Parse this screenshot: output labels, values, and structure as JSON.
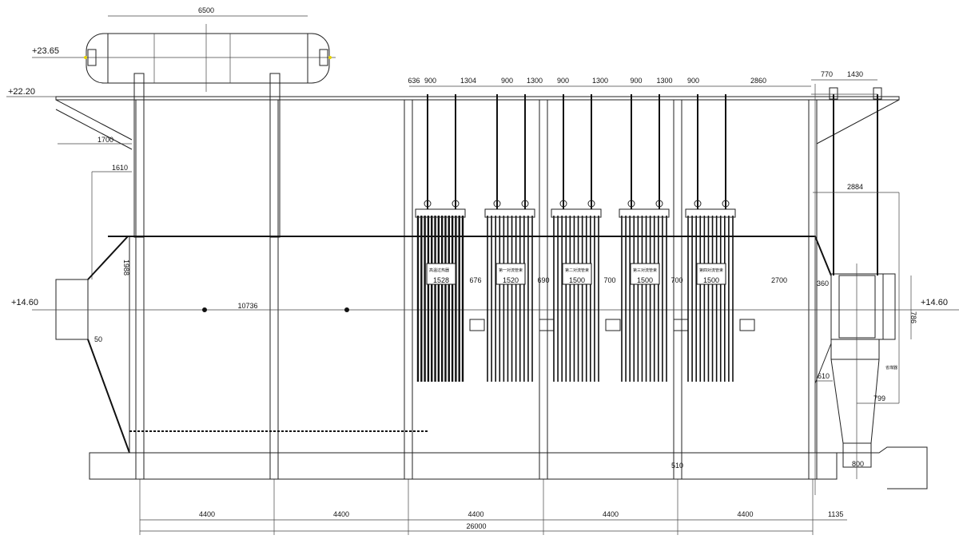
{
  "elevations": {
    "drum": "+23.65",
    "top_beam": "+22.20",
    "center_left": "+14.60",
    "center_right": "+14.60"
  },
  "dimensions": {
    "drum_length": "6500",
    "top_spacing": [
      "636",
      "900",
      "1304",
      "900",
      "1300",
      "900",
      "1300",
      "900",
      "1300",
      "900",
      "2860"
    ],
    "top_right": [
      "770",
      "1430"
    ],
    "bay_spacing": [
      "4400",
      "4400",
      "4400",
      "4400",
      "4400"
    ],
    "end_offset": "1135",
    "total_length": "26000",
    "furnace_length": "10736",
    "bracket_left": "1700",
    "front_offset": "1610",
    "front_height": "1988",
    "front_small": "50",
    "gaps": [
      "676",
      "690",
      "700",
      "700",
      "2700",
      "360"
    ],
    "right_width": "2884",
    "right_height": "786",
    "right_610": "610",
    "right_799": "799",
    "bottom_510": "510",
    "bottom_hopper": "800"
  },
  "tube_banks": [
    {
      "label": "高温过热器",
      "width": "1528"
    },
    {
      "label": "第一对流管束",
      "width": "1520"
    },
    {
      "label": "第二对流管束",
      "width": "1500"
    },
    {
      "label": "第三对流管束",
      "width": "1500"
    },
    {
      "label": "第四对流管束",
      "width": "1500"
    }
  ],
  "annotations": {
    "economizer_note": "省煤器"
  }
}
